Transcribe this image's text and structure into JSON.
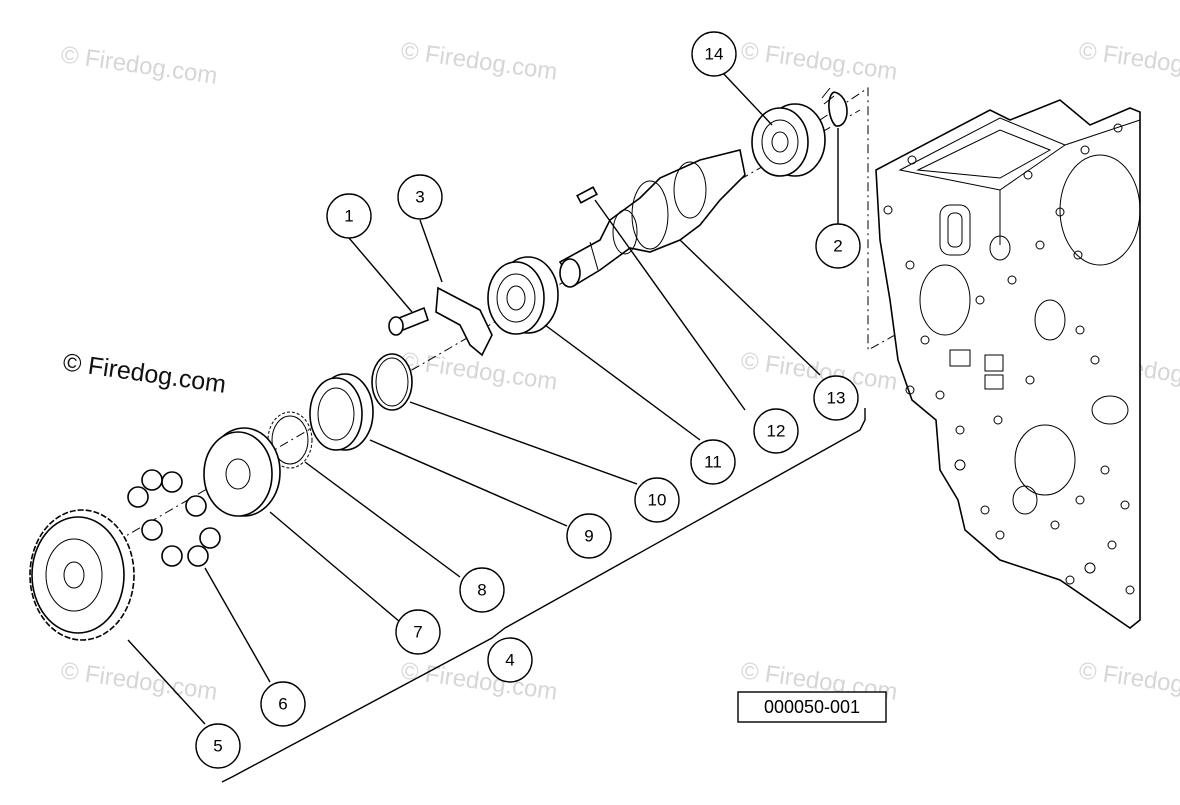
{
  "watermark": {
    "text": "© Firedog.com"
  },
  "reference_code": "000050-001",
  "callouts": [
    "1",
    "2",
    "3",
    "4",
    "5",
    "6",
    "7",
    "8",
    "9",
    "10",
    "11",
    "12",
    "13",
    "14"
  ]
}
